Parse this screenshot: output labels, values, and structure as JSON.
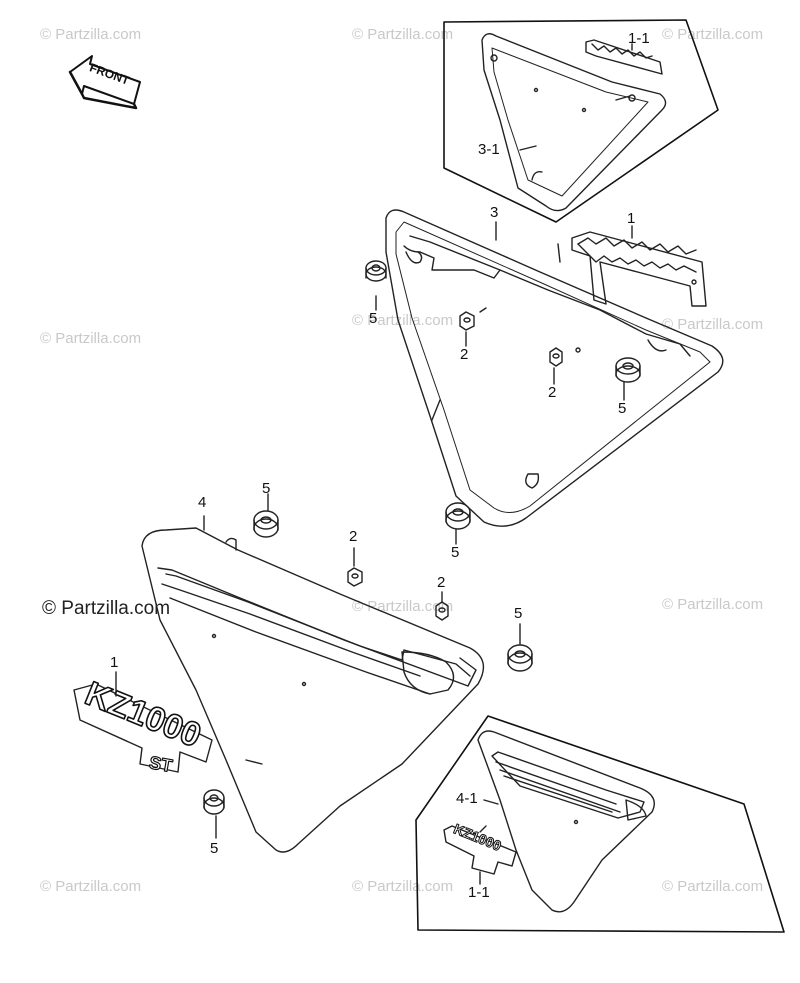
{
  "watermark_text": "© Partzilla.com",
  "front_label": "FRONT",
  "emblem_main": "KZ1000",
  "emblem_sub": "ST",
  "callouts": {
    "c_1_1_top": "1-1",
    "c_3_1": "3-1",
    "c_3": "3",
    "c_1_right": "1",
    "c_5_a": "5",
    "c_2_a": "2",
    "c_2_b": "2",
    "c_5_b": "5",
    "c_4": "4",
    "c_5_c": "5",
    "c_2_c": "2",
    "c_5_d": "5",
    "c_2_d": "2",
    "c_5_e": "5",
    "c_1_left": "1",
    "c_5_f": "5",
    "c_4_1": "4-1",
    "c_1_1_bottom": "1-1"
  }
}
